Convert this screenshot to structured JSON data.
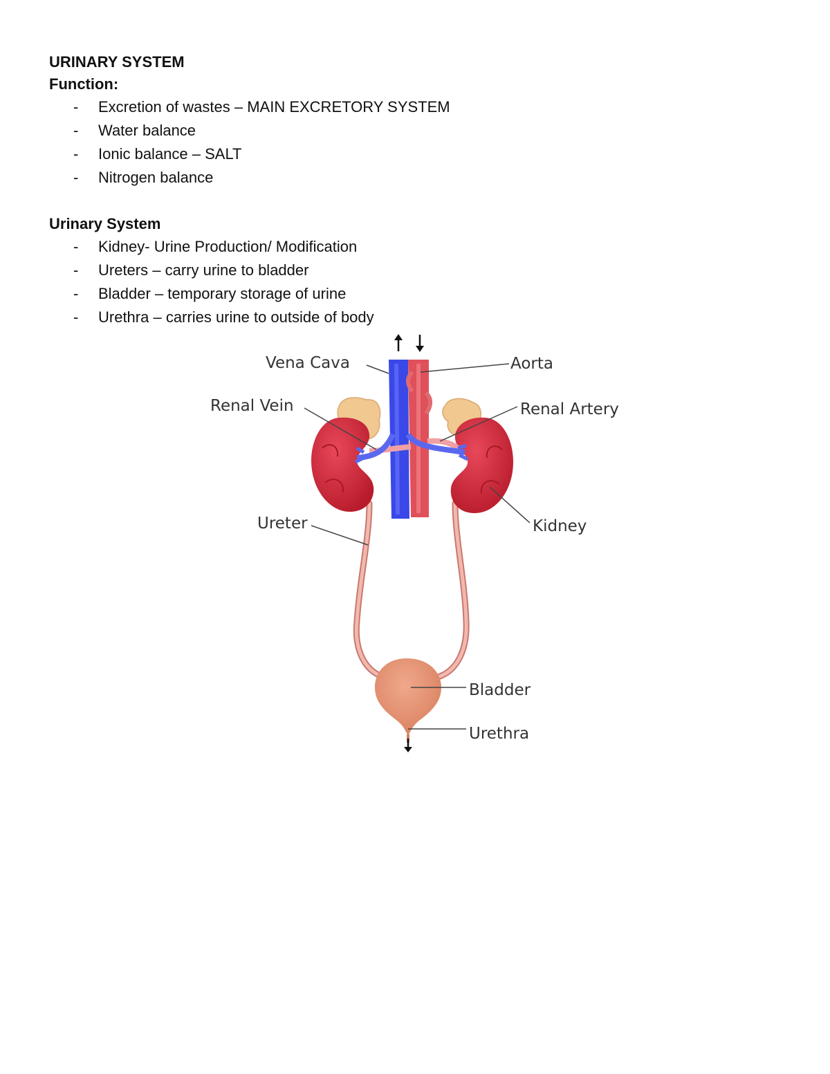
{
  "document": {
    "title": "URINARY SYSTEM",
    "function_heading": "Function:",
    "function_items": [
      "Excretion of wastes – MAIN EXCRETORY SYSTEM",
      "Water balance",
      "Ionic balance – SALT",
      "Nitrogen balance"
    ],
    "system_heading": "Urinary System",
    "system_items": [
      "Kidney- Urine Production/ Modification",
      "Ureters – carry urine to bladder",
      "Bladder – temporary storage of urine",
      "Urethra – carries urine to outside of body"
    ],
    "bullet": "-"
  },
  "diagram": {
    "labels": {
      "vena_cava": "Vena Cava",
      "aorta": "Aorta",
      "renal_vein": "Renal Vein",
      "renal_artery": "Renal Artery",
      "ureter": "Ureter",
      "kidney": "Kidney",
      "bladder": "Bladder",
      "urethra": "Urethra"
    },
    "colors": {
      "vein": "#3a48e8",
      "artery": "#e0505a",
      "kidney": "#d4283a",
      "adrenal": "#f0c890",
      "ureter": "#e8a49a",
      "bladder": "#e8967a"
    }
  }
}
